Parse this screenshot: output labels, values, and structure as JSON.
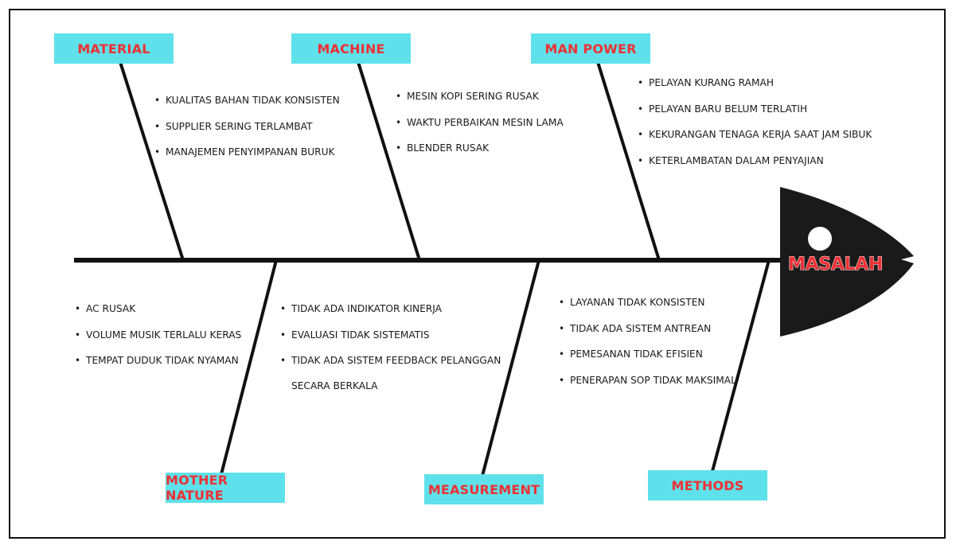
{
  "categories": {
    "material": {
      "label": "MATERIAL",
      "causes": [
        "KUALITAS BAHAN TIDAK KONSISTEN",
        "SUPPLIER SERING TERLAMBAT",
        "MANAJEMEN PENYIMPANAN BURUK"
      ]
    },
    "machine": {
      "label": "MACHINE",
      "causes": [
        "MESIN KOPI SERING RUSAK",
        "WAKTU PERBAIKAN MESIN LAMA",
        "BLENDER RUSAK"
      ]
    },
    "man_power": {
      "label": "MAN POWER",
      "causes": [
        "PELAYAN KURANG RAMAH",
        "PELAYAN BARU BELUM TERLATIH",
        "KEKURANGAN TENAGA KERJA SAAT JAM SIBUK",
        "KETERLAMBATAN DALAM PENYAJIAN"
      ]
    },
    "mother_nature": {
      "label": "MOTHER NATURE",
      "causes": [
        "AC RUSAK",
        "VOLUME MUSIK TERLALU KERAS",
        "TEMPAT DUDUK TIDAK NYAMAN"
      ]
    },
    "measurement": {
      "label": "MEASUREMENT",
      "causes": [
        "TIDAK ADA INDIKATOR KINERJA",
        "EVALUASI TIDAK SISTEMATIS"
      ],
      "cause_multiline": {
        "line1": "TIDAK ADA SISTEM FEEDBACK  PELANGGAN",
        "line2": "SECARA BERKALA"
      }
    },
    "methods": {
      "label": "METHODS",
      "causes": [
        "LAYANAN TIDAK KONSISTEN",
        "TIDAK ADA SISTEM ANTREAN",
        "PEMESANAN TIDAK EFISIEN",
        "PENERAPAN SOP TIDAK MAKSIMAL"
      ]
    }
  },
  "problem": {
    "label": "MASALAH"
  },
  "colors": {
    "box_fill": "#5ee1ea",
    "label_text": "#ee3034",
    "line": "#111111",
    "head_fill": "#1a1a1a"
  }
}
